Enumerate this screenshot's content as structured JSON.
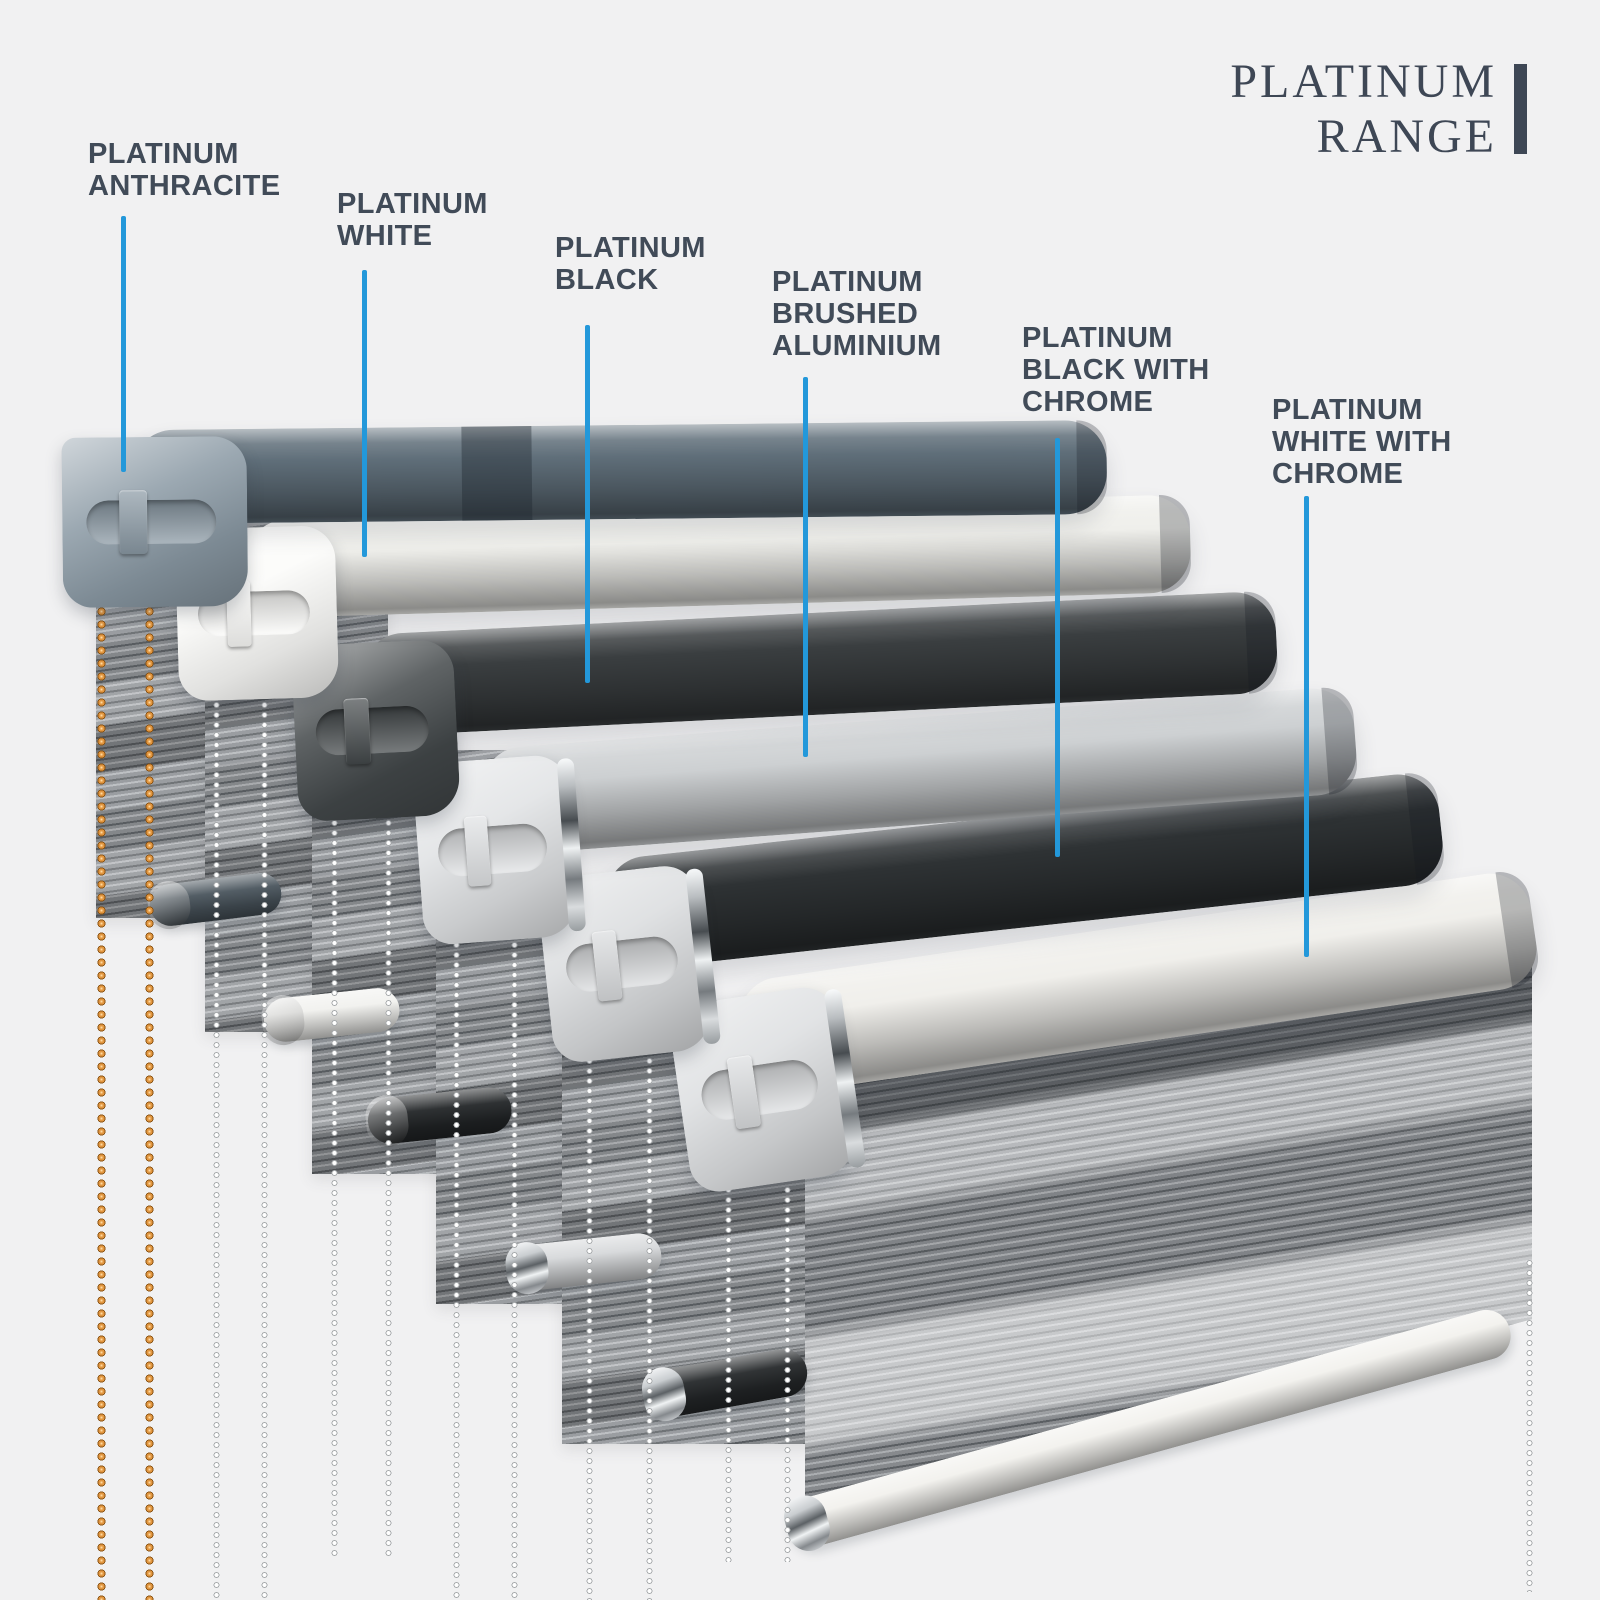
{
  "meta": {
    "background": "#f1f1f2"
  },
  "header": {
    "title_line1": "PLATINUM",
    "title_line2": "RANGE",
    "text_color": "#3e4755",
    "bar_color": "#3e4755"
  },
  "annotations": {
    "line_color": "#2398da",
    "label_color": "#414b58"
  },
  "fabric": {
    "dark": "#606468",
    "mid": "#8f9296",
    "light": "#b6b9bc"
  },
  "products": [
    {
      "label_lines": [
        "PLATINUM",
        "ANTHRACITE"
      ],
      "colors": {
        "cassette": "#5f6e79",
        "cap": "#8a99a4",
        "chain": "#e2963f",
        "chain_edge": "#8a5313",
        "bottom_bar": "#4a555d"
      }
    },
    {
      "label_lines": [
        "PLATINUM",
        "WHITE"
      ],
      "colors": {
        "cassette": "#efefeb",
        "cap": "#fbfbf9",
        "chain": "#ffffff",
        "chain_edge": "#a8abad",
        "bottom_bar": "#f1f1ee"
      }
    },
    {
      "label_lines": [
        "PLATINUM",
        "BLACK"
      ],
      "colors": {
        "cassette": "#3a3e40",
        "cap": "#43484a",
        "chain": "#ffffff",
        "chain_edge": "#a8abad",
        "bottom_bar": "#232628"
      }
    },
    {
      "label_lines": [
        "PLATINUM",
        "BRUSHED",
        "ALUMINIUM"
      ],
      "colors": {
        "cassette": "#cdd0d2",
        "cap": "#e0e2e4",
        "chain": "#ffffff",
        "chain_edge": "#a8abad",
        "bottom_bar": "#d6d8da"
      }
    },
    {
      "label_lines": [
        "PLATINUM",
        "BLACK WITH",
        "CHROME"
      ],
      "colors": {
        "cassette": "#2e3234",
        "cap": "#dadcde",
        "chain": "#ffffff",
        "chain_edge": "#a8abad",
        "bottom_bar": "#26292b"
      }
    },
    {
      "label_lines": [
        "PLATINUM",
        "WHITE WITH",
        "CHROME"
      ],
      "colors": {
        "cassette": "#f0efeb",
        "cap": "#dcdee0",
        "chain": "#ffffff",
        "chain_edge": "#a8abad",
        "bottom_bar": "#f2f1ed"
      }
    }
  ]
}
